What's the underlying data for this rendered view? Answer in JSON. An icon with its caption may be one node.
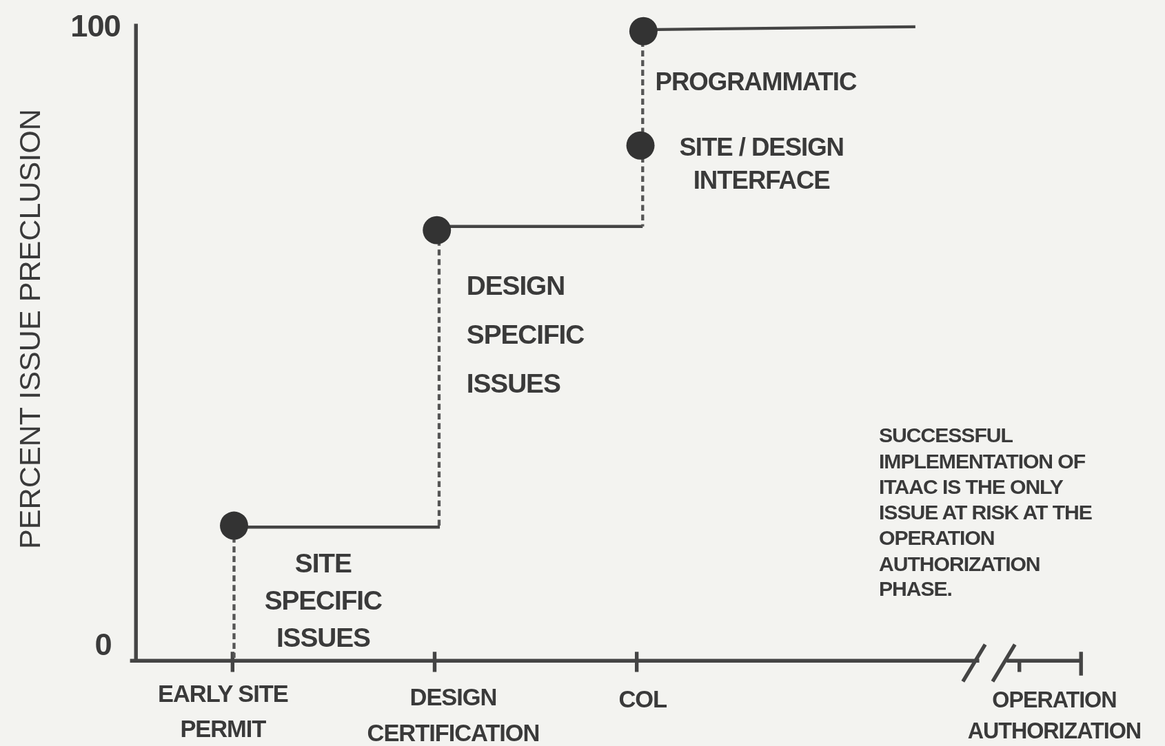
{
  "diagram": {
    "labels": [
      "100",
      "PERCENT ISSUE PRECLUSION",
      "PROGRAMMATIC",
      "SITE / DESIGN INTERFACE",
      "DESIGN SPECIFIC ISSUES",
      "SUCCESSFUL IMPLEMENTATION OF ITAAC IS THE ONLY ISSUE AT RISK AT THE OPERATION AUTHORIZATION PHASE.",
      "SITE SPECIFIC ISSUES",
      "0",
      "EARLY SITE PERMIT",
      "DESIGN CERTIFICATION",
      "COL",
      "OPERATION AUTHORIZATION"
    ]
  }
}
